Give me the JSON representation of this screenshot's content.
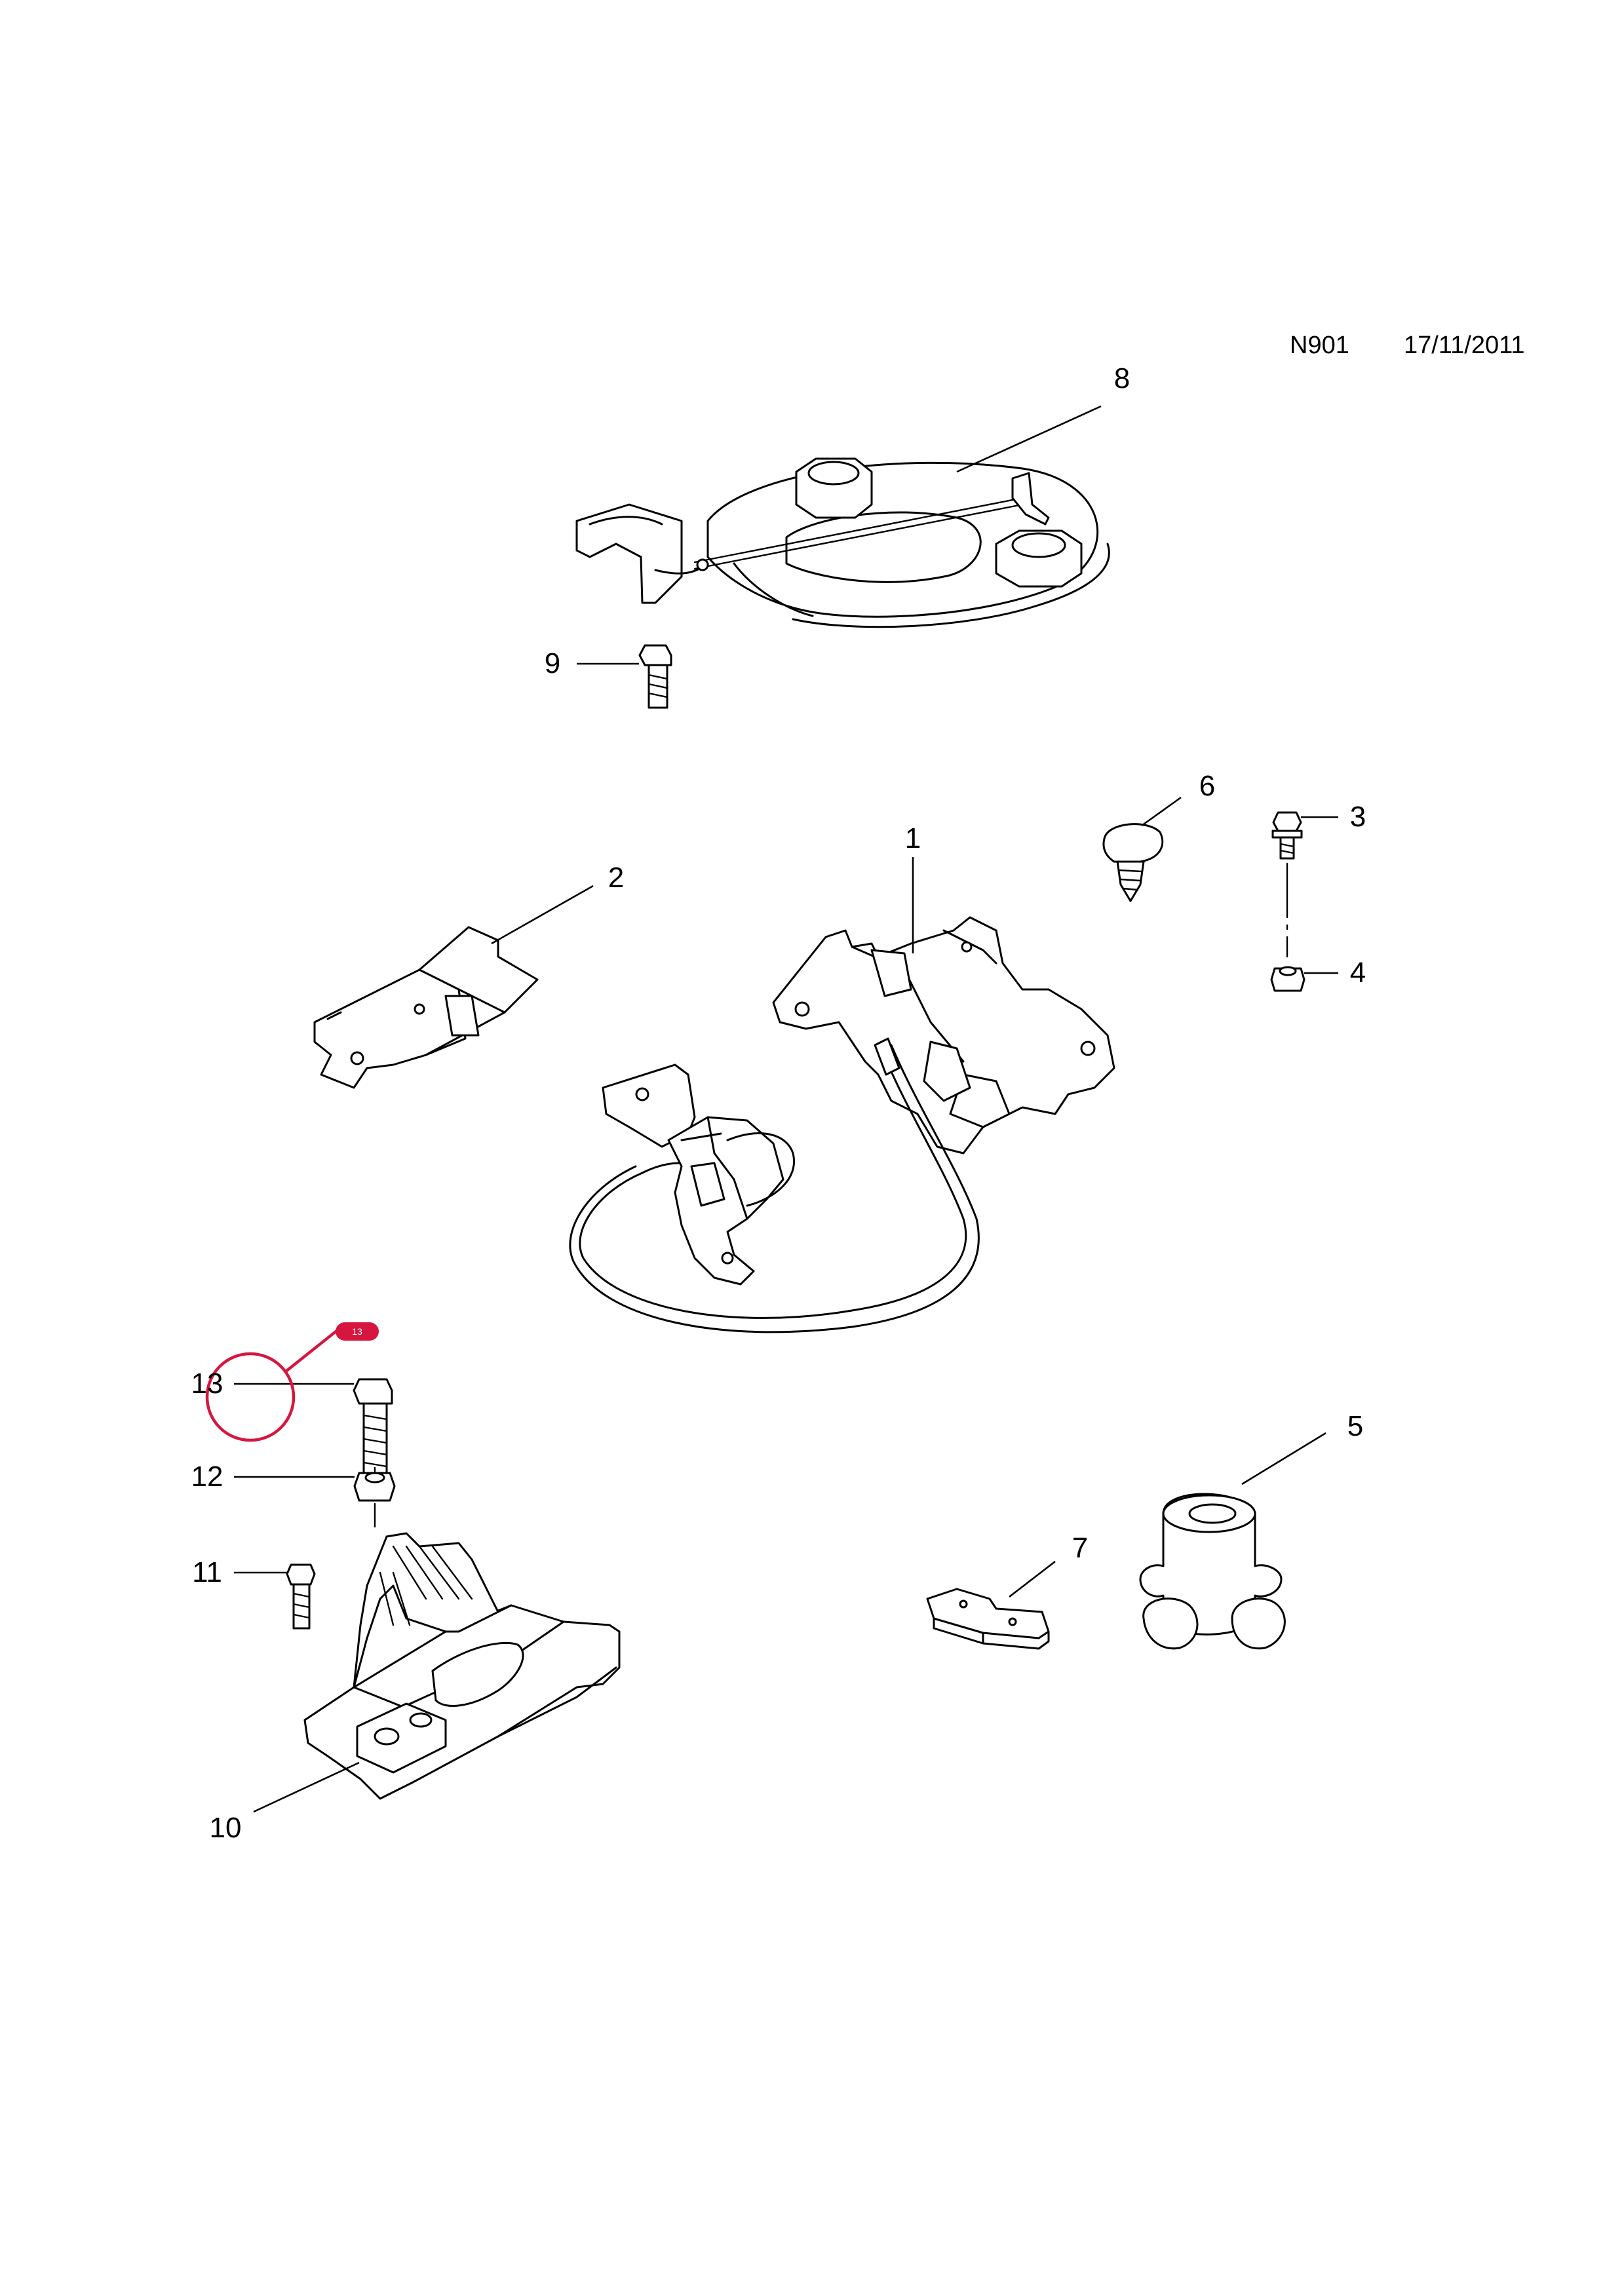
{
  "header": {
    "code": "N901",
    "date": "17/11/2011"
  },
  "highlight": {
    "badge": "13",
    "color": "#d6163f"
  },
  "callouts": [
    {
      "id": "1",
      "label": "1"
    },
    {
      "id": "2",
      "label": "2"
    },
    {
      "id": "3",
      "label": "3"
    },
    {
      "id": "4",
      "label": "4"
    },
    {
      "id": "5",
      "label": "5"
    },
    {
      "id": "6",
      "label": "6"
    },
    {
      "id": "7",
      "label": "7"
    },
    {
      "id": "8",
      "label": "8"
    },
    {
      "id": "9",
      "label": "9"
    },
    {
      "id": "10",
      "label": "10"
    },
    {
      "id": "11",
      "label": "11"
    },
    {
      "id": "12",
      "label": "12"
    },
    {
      "id": "13",
      "label": "13"
    }
  ]
}
